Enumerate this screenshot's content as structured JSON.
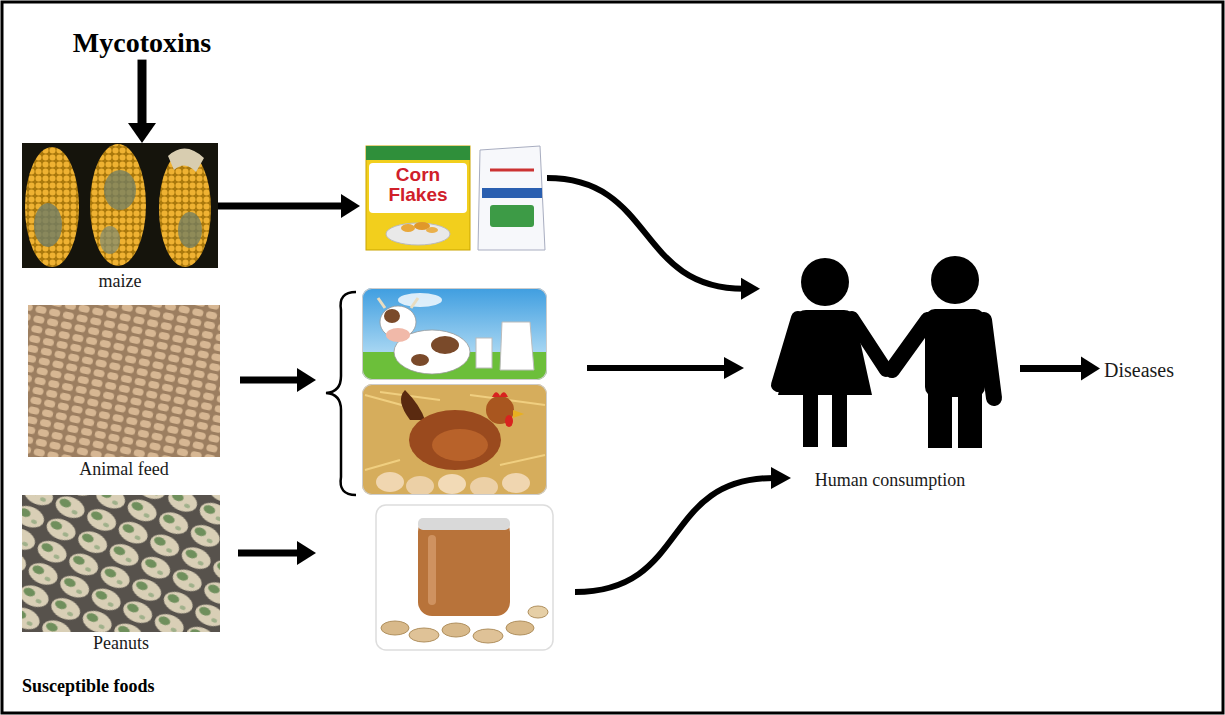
{
  "diagram": {
    "nodes": [
      {
        "text": [
          "Mycotoxins"
        ]
      },
      {
        "text": [
          "maize"
        ]
      },
      {
        "text": [
          "Animal feed"
        ]
      },
      {
        "text": [
          "Peanuts"
        ]
      },
      {
        "text": [
          "Corn Flakes"
        ]
      },
      {
        "text": [
          "Human consumption"
        ]
      },
      {
        "text": [
          "Diseases"
        ]
      }
    ],
    "edges": [
      {
        "from": 0,
        "to": 1,
        "arrow": "to"
      },
      {
        "from": 1,
        "to": 4,
        "arrow": "to"
      },
      {
        "from": 4,
        "to": 5,
        "arrow": "to"
      },
      {
        "from": 5,
        "to": 6,
        "arrow": "to"
      }
    ],
    "labels": [
      "Susceptible foods"
    ]
  }
}
